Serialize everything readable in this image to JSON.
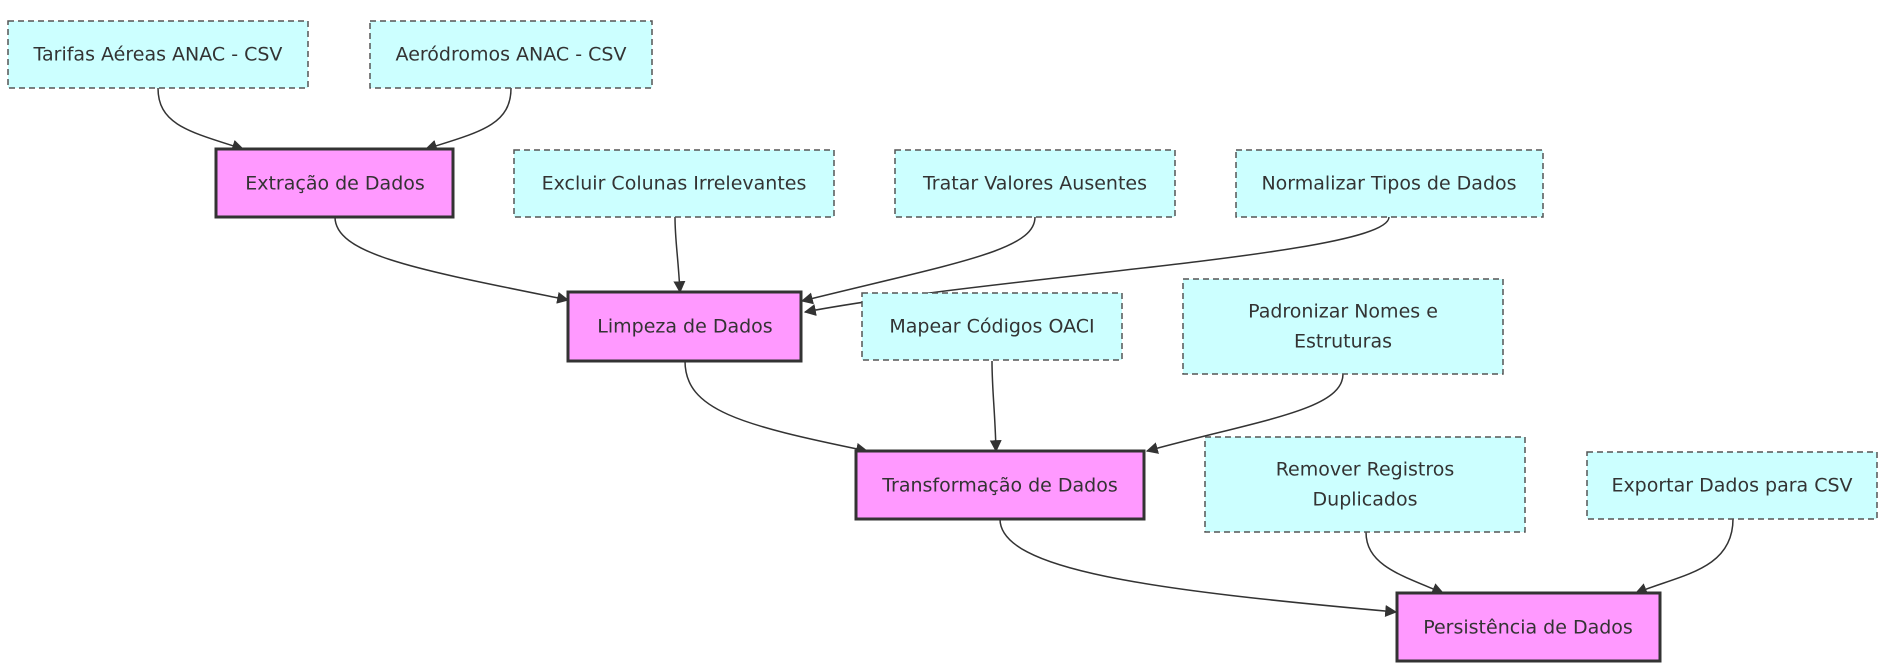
{
  "diagram": {
    "sources": {
      "tarifas": "Tarifas Aéreas ANAC - CSV",
      "aerodromos": "Aeródromos ANAC - CSV"
    },
    "stages": {
      "extracao": "Extração de Dados",
      "limpeza": "Limpeza de Dados",
      "transformacao": "Transformação de Dados",
      "persistencia": "Persistência de Dados"
    },
    "steps": {
      "excluir_colunas": "Excluir Colunas Irrelevantes",
      "tratar_valores": "Tratar Valores Ausentes",
      "normalizar_tipos": "Normalizar Tipos de Dados",
      "mapear_codigos": "Mapear Códigos OACI",
      "padronizar_line1": "Padronizar Nomes e",
      "padronizar_line2": "Estruturas",
      "remover_line1": "Remover Registros",
      "remover_line2": "Duplicados",
      "exportar": "Exportar Dados para CSV"
    },
    "colors": {
      "stage_fill": "#FF99FF",
      "stage_stroke": "#333333",
      "step_fill": "#CCFFFF",
      "step_stroke": "#555555",
      "edge": "#333333"
    }
  }
}
